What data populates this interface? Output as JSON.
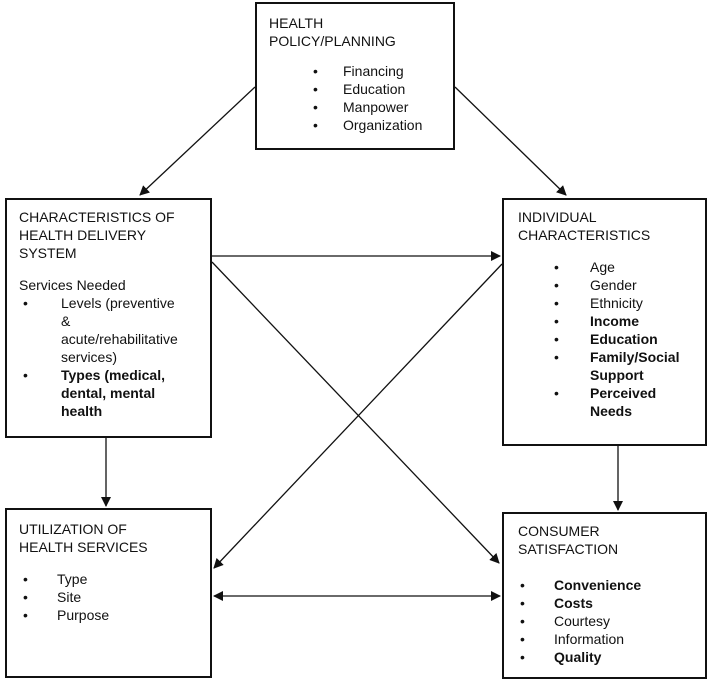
{
  "boxes": {
    "policy": {
      "title": "HEALTH\nPOLICY/PLANNING",
      "items": [
        {
          "text": "Financing",
          "bold": false
        },
        {
          "text": "Education",
          "bold": false
        },
        {
          "text": "Manpower",
          "bold": false
        },
        {
          "text": "Organization",
          "bold": false
        }
      ]
    },
    "delivery": {
      "title": "CHARACTERISTICS OF\nHEALTH DELIVERY\nSYSTEM",
      "subtitle": "Services Needed",
      "items": [
        {
          "text": "Levels (preventive\n&\nacute/rehabilitative\nservices)",
          "bold": false
        },
        {
          "text": "Types (medical,\ndental, mental\nhealth",
          "bold": true
        }
      ]
    },
    "individual": {
      "title": "INDIVIDUAL\nCHARACTERISTICS",
      "items": [
        {
          "text": "Age",
          "bold": false
        },
        {
          "text": "Gender",
          "bold": false
        },
        {
          "text": "Ethnicity",
          "bold": false
        },
        {
          "text": "Income",
          "bold": true
        },
        {
          "text": "Education",
          "bold": true
        },
        {
          "text": "Family/Social\nSupport",
          "bold": true
        },
        {
          "text": "Perceived\nNeeds",
          "bold": true
        }
      ]
    },
    "utilization": {
      "title": "UTILIZATION OF\nHEALTH SERVICES",
      "items": [
        {
          "text": "Type",
          "bold": false
        },
        {
          "text": "Site",
          "bold": false
        },
        {
          "text": "Purpose",
          "bold": false
        }
      ]
    },
    "satisfaction": {
      "title": "CONSUMER\nSATISFACTION",
      "items": [
        {
          "text": "Convenience",
          "bold": true
        },
        {
          "text": "Costs",
          "bold": true
        },
        {
          "text": "Courtesy",
          "bold": false
        },
        {
          "text": "Information",
          "bold": false
        },
        {
          "text": "Quality",
          "bold": true
        }
      ]
    }
  },
  "colors": {
    "line": "#111111",
    "background": "#ffffff"
  }
}
